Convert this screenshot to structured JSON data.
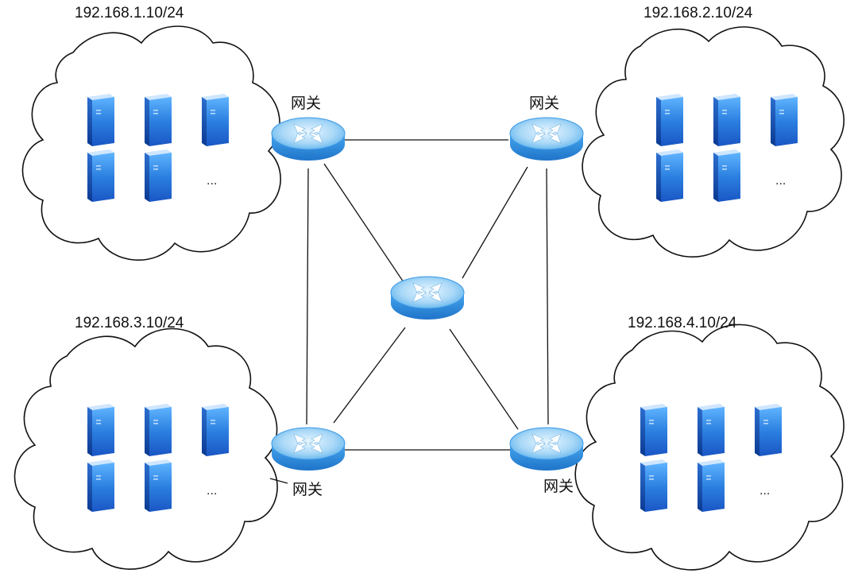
{
  "subnets": [
    {
      "cidr": "192.168.1.10/24",
      "ellipsis": "..."
    },
    {
      "cidr": "192.168.2.10/24",
      "ellipsis": "..."
    },
    {
      "cidr": "192.168.3.10/24",
      "ellipsis": "..."
    },
    {
      "cidr": "192.168.4.10/24",
      "ellipsis": "..."
    }
  ],
  "gateway_label": "网关",
  "colors": {
    "router_top": "#cfeafb",
    "router_side": "#2a86d6",
    "server_front": "#1f6fd6",
    "server_side": "#0b3f9c",
    "server_top": "#bfe0ff",
    "line": "#111111"
  },
  "icons": {
    "router": "router-icon",
    "server": "server-icon"
  }
}
